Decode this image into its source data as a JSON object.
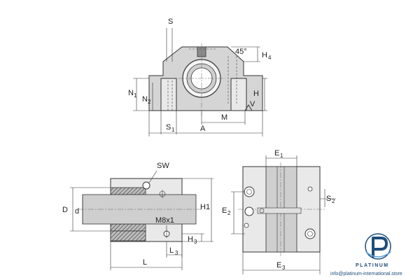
{
  "labels": {
    "s": "S",
    "angle": "45°",
    "h4": "H",
    "h4_sub": "4",
    "n1": "N",
    "n1_sub": "1",
    "n2": "N",
    "n2_sub": "2",
    "h": "H",
    "v": "V",
    "m": "M",
    "s1": "S",
    "s1_sub": "1",
    "a": "A",
    "sw": "SW",
    "d_outer": "D",
    "d_inner": "d",
    "m8x1": "M8x1",
    "h1": "H1",
    "l3": "L",
    "l3_sub": "3",
    "h3": "H",
    "h3_sub": "3",
    "l": "L",
    "e1": "E",
    "e1_sub": "1",
    "e2": "E",
    "e2_sub": "2",
    "s2": "S",
    "s2_sub": "2",
    "e3": "E",
    "e3_sub": "3"
  },
  "brand": {
    "name": "PLATINUM",
    "email": "info@platinum-international.store"
  },
  "colors": {
    "line": "#333333",
    "fill": "#d5d5d5",
    "brand": "#1f4d7a"
  }
}
